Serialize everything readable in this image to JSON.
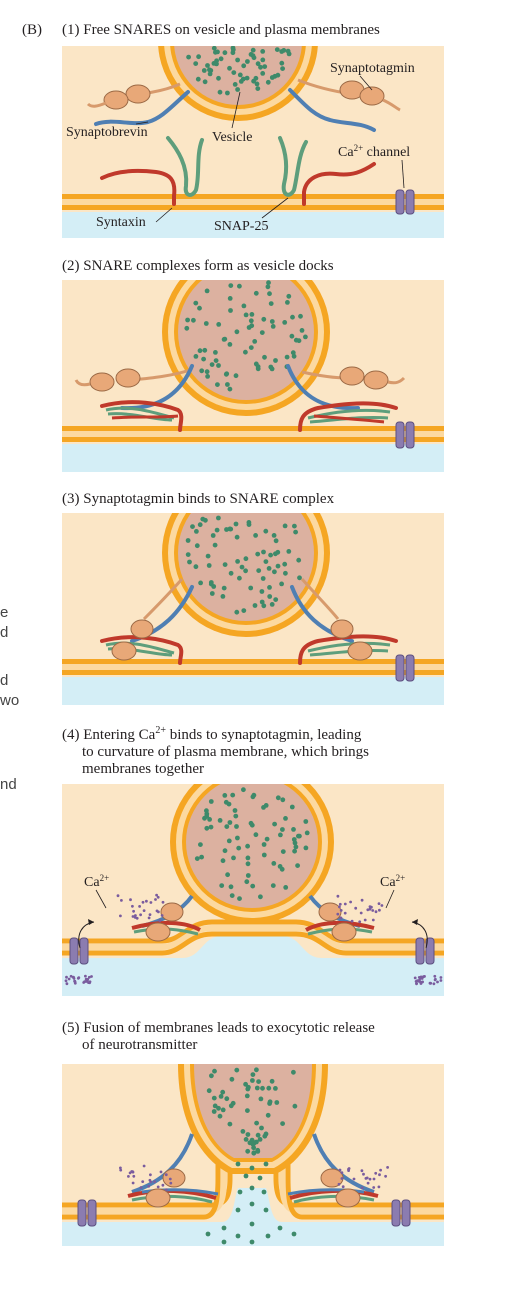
{
  "figure_label": "(B)",
  "panel1": {
    "caption": "(1) Free SNARES on vesicle and plasma membranes",
    "labels": {
      "synaptotagmin": "Synaptotagmin",
      "synaptobrevin": "Synaptobrevin",
      "vesicle": "Vesicle",
      "ca_channel_prefix": "Ca",
      "ca_channel_sup": "2+",
      "ca_channel_suffix": " channel",
      "syntaxin": "Syntaxin",
      "snap25": "SNAP-25"
    }
  },
  "panel2": {
    "caption": "(2) SNARE complexes form as vesicle docks"
  },
  "panel3": {
    "caption": "(3) Synaptotagmin binds to SNARE complex"
  },
  "panel4": {
    "caption_line1_a": "(4) Entering Ca",
    "caption_line1_sup": "2+",
    "caption_line1_b": " binds to synaptotagmin, leading",
    "caption_line2": "to curvature of plasma membrane, which brings",
    "caption_line3": "membranes together",
    "ca_label_base": "Ca",
    "ca_label_sup": "2+"
  },
  "panel5": {
    "caption_line1": "(5) Fusion of membranes leads to exocytotic release",
    "caption_line2": "of neurotransmitter"
  },
  "edge_fragments": [
    "e",
    "d",
    "d",
    "wo",
    "nd"
  ],
  "colors": {
    "cytoplasm": "#fbe6c6",
    "extracellular": "#d4eef6",
    "membrane_orange": "#f5a623",
    "membrane_light": "#fcd9a0",
    "vesicle_lumen": "#dcb1a0",
    "vesicle_dot": "#3e8a6a",
    "synaptobrevin": "#4f7fb3",
    "syntaxin": "#c0392b",
    "snap25": "#5e9e7c",
    "synaptotagmin": "#e8a878",
    "channel": "#8b7cb0",
    "ca_dot": "#7a5c9e"
  }
}
